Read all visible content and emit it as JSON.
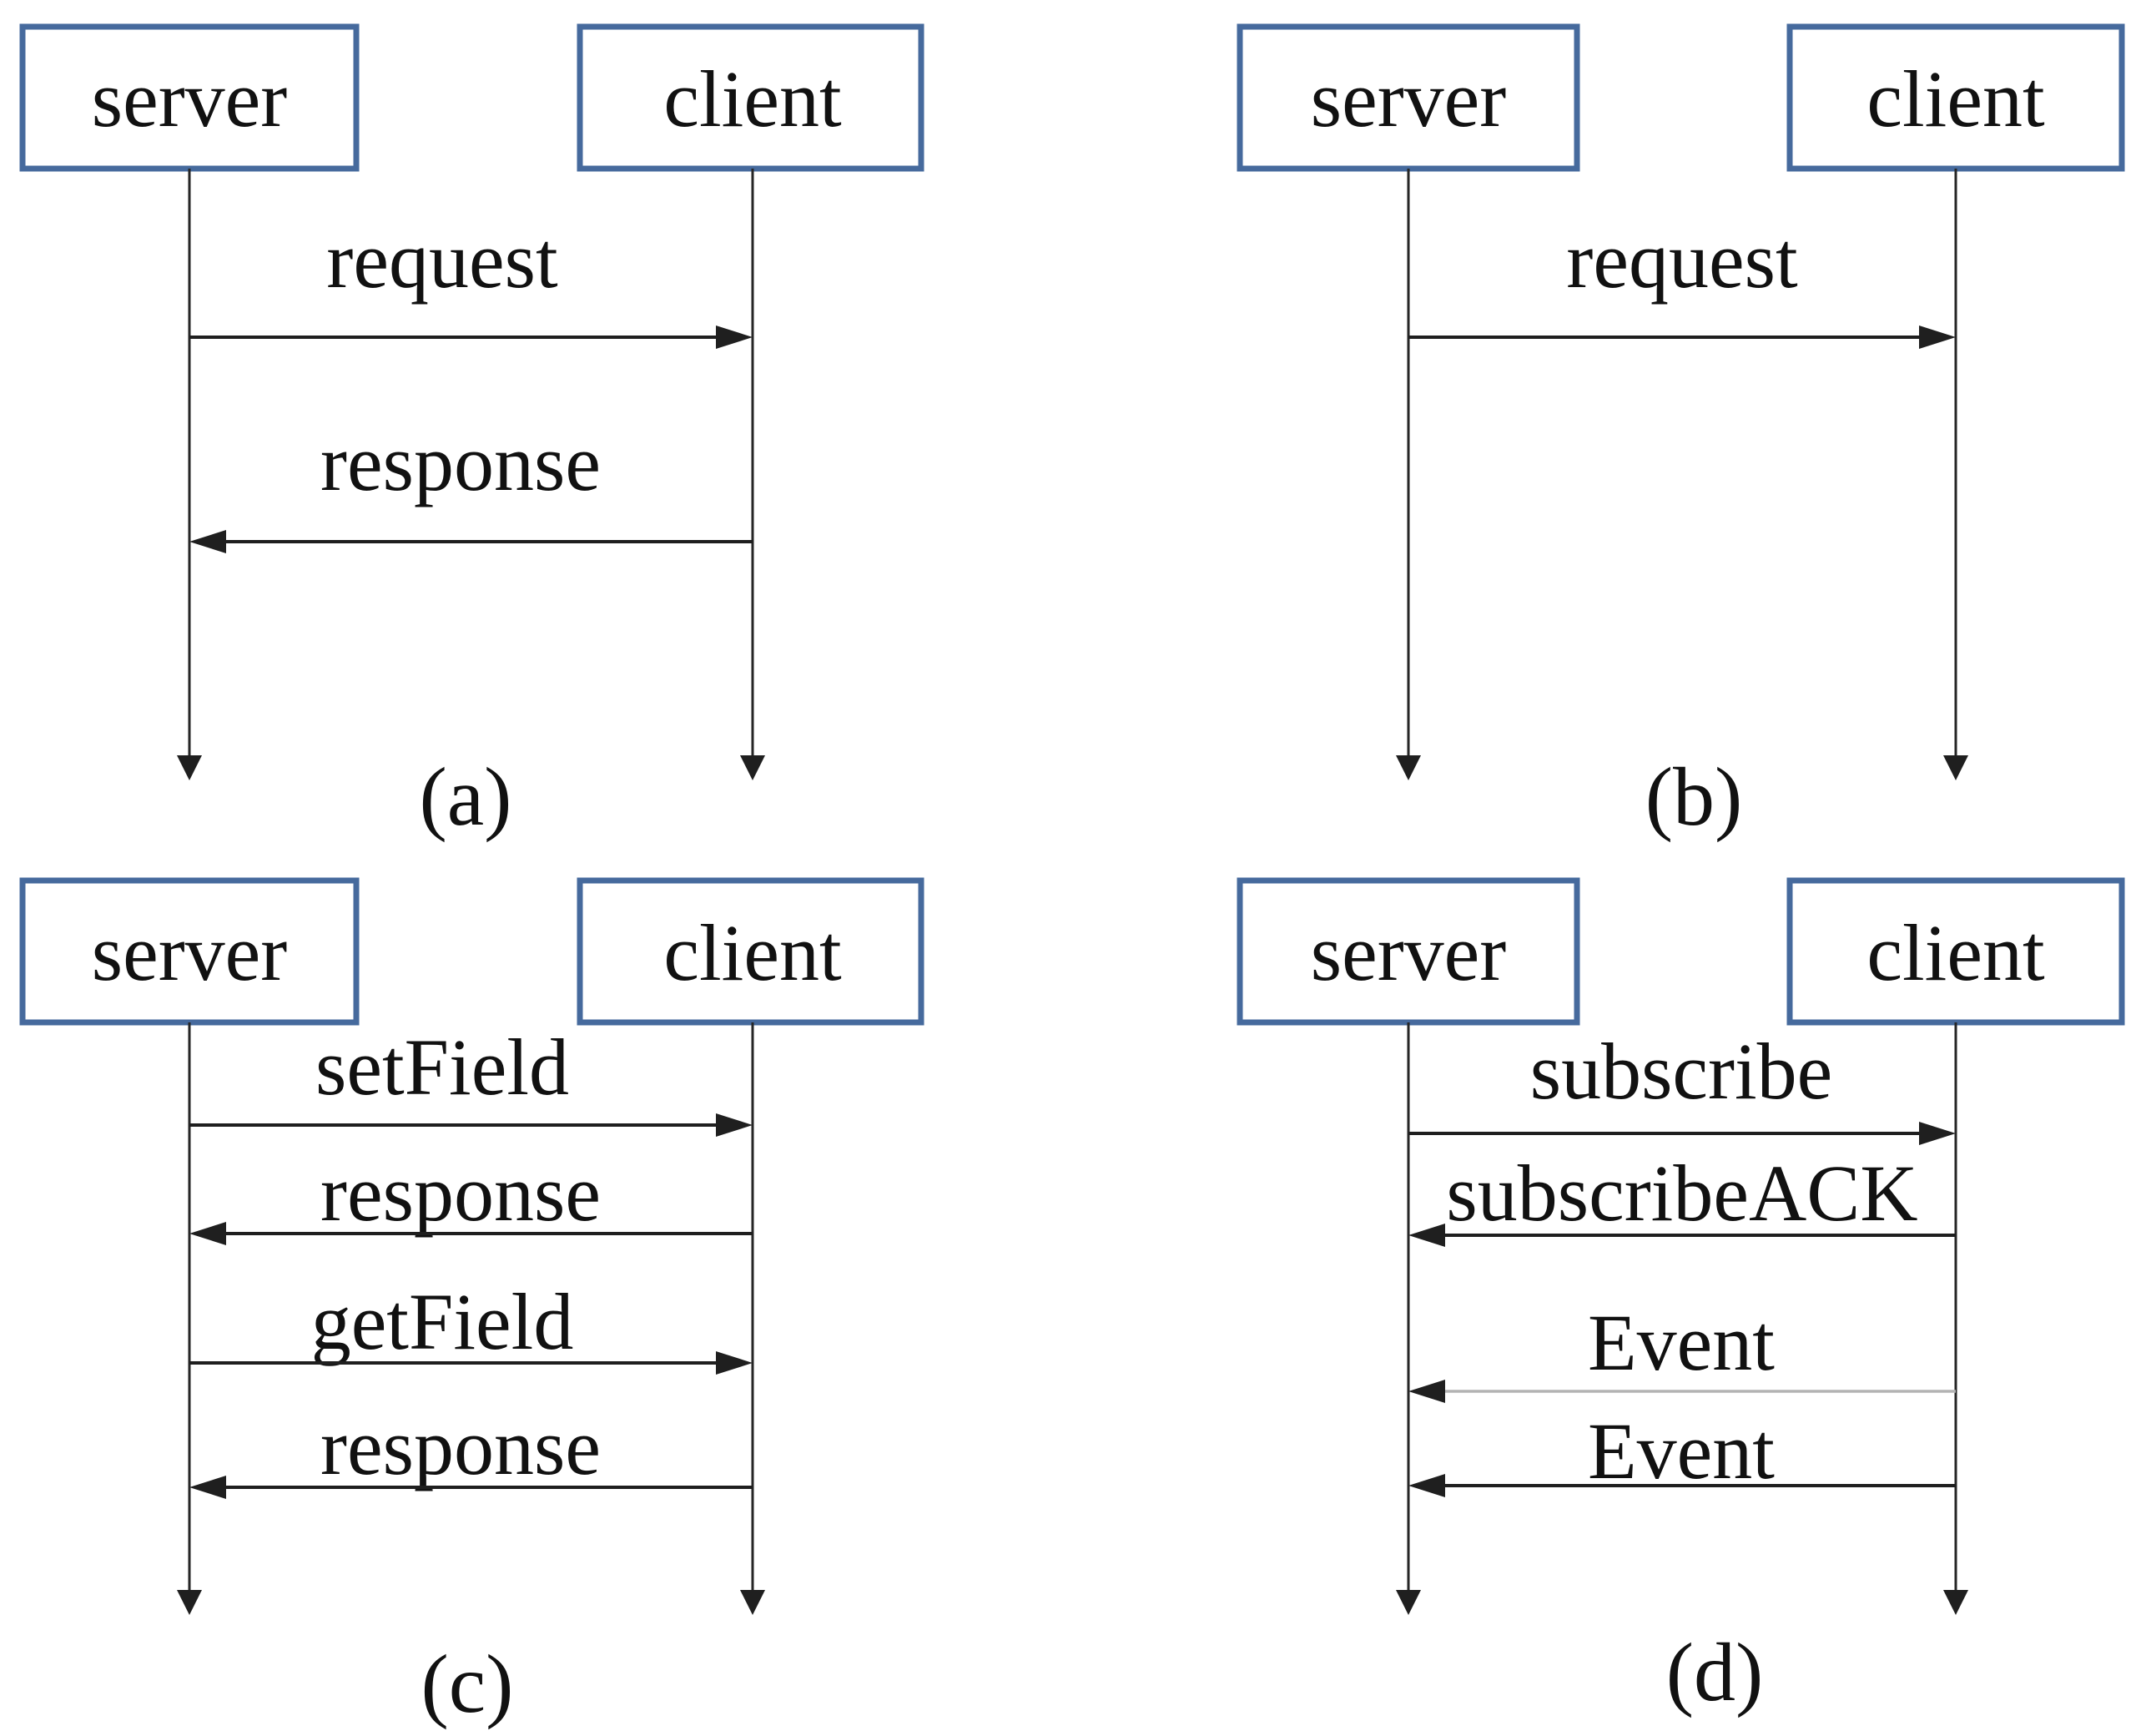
{
  "figure": {
    "type": "sequence-diagram-grid",
    "colors": {
      "box_border": "#466a9d",
      "line": "#1f1f1f",
      "muted_line": "#b3b3b3",
      "text": "#111111",
      "background": "#ffffff"
    },
    "panels": [
      {
        "id": "a",
        "caption": "(a)",
        "server_label": "server",
        "client_label": "client",
        "messages": [
          {
            "label": "request",
            "from": "server",
            "to": "client"
          },
          {
            "label": "response",
            "from": "client",
            "to": "server"
          }
        ]
      },
      {
        "id": "b",
        "caption": "(b)",
        "server_label": "server",
        "client_label": "client",
        "messages": [
          {
            "label": "request",
            "from": "server",
            "to": "client"
          }
        ]
      },
      {
        "id": "c",
        "caption": "(c)",
        "server_label": "server",
        "client_label": "client",
        "messages": [
          {
            "label": "setField",
            "from": "server",
            "to": "client"
          },
          {
            "label": "response",
            "from": "client",
            "to": "server"
          },
          {
            "label": "getField",
            "from": "server",
            "to": "client"
          },
          {
            "label": "response",
            "from": "client",
            "to": "server"
          }
        ]
      },
      {
        "id": "d",
        "caption": "(d)",
        "server_label": "server",
        "client_label": "client",
        "messages": [
          {
            "label": "subscribe",
            "from": "server",
            "to": "client"
          },
          {
            "label": "subscribeACK",
            "from": "client",
            "to": "server"
          },
          {
            "label": "Event",
            "from": "client",
            "to": "server",
            "line_style": "muted"
          },
          {
            "label": "Event",
            "from": "client",
            "to": "server"
          }
        ]
      }
    ]
  }
}
